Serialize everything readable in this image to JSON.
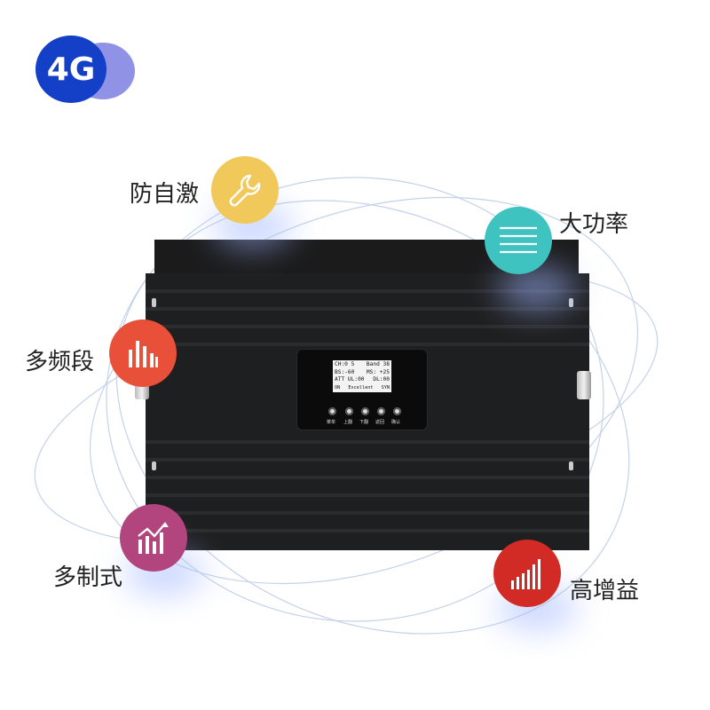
{
  "badge": {
    "text": "4G",
    "color": "#1440c8"
  },
  "device": {
    "screen": {
      "rows": [
        {
          "left": "CH:0 5",
          "right": "Band 38"
        },
        {
          "left": "BS:-60",
          "right": "MS: +25"
        },
        {
          "left": "ATT  UL:00",
          "right": "DL:00"
        },
        {
          "left": "ON",
          "mid": "Excellent",
          "right": "SYN"
        }
      ]
    },
    "buttons": [
      "菜单",
      "上翻",
      "下翻",
      "返回",
      "确认"
    ]
  },
  "features": [
    {
      "id": "anti-oscillation",
      "label": "防自激",
      "icon": "wrench-icon",
      "color": "#f1c85a"
    },
    {
      "id": "high-power",
      "label": "大功率",
      "icon": "layers-icon",
      "color": "#3ec3c1"
    },
    {
      "id": "multi-band",
      "label": "多频段",
      "icon": "bars-icon",
      "color": "#e9503a"
    },
    {
      "id": "multi-standard",
      "label": "多制式",
      "icon": "chart-growth-icon",
      "color": "#b2447e"
    },
    {
      "id": "high-gain",
      "label": "高增益",
      "icon": "ascending-bars-icon",
      "color": "#d22a24"
    }
  ]
}
